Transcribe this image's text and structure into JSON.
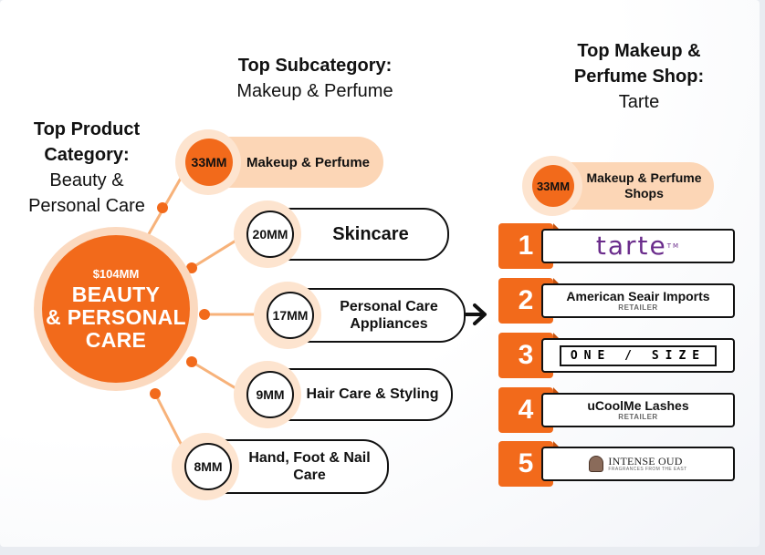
{
  "headers": {
    "category_title": "Top Product Category:",
    "category_value": "Beauty & Personal Care",
    "subcategory_title": "Top Subcategory:",
    "subcategory_value": "Makeup & Perfume",
    "shop_title": "Top Makeup & Perfume Shop:",
    "shop_value": "Tarte"
  },
  "main_category": {
    "amount": "$104MM",
    "label_line1": "BEAUTY",
    "label_line2": "& PERSONAL",
    "label_line3": "CARE"
  },
  "subcategories": [
    {
      "amount": "33MM",
      "label": "Makeup & Perfume"
    },
    {
      "amount": "20MM",
      "label": "Skincare"
    },
    {
      "amount": "17MM",
      "label": "Personal Care Appliances"
    },
    {
      "amount": "9MM",
      "label": "Hair Care & Styling"
    },
    {
      "amount": "8MM",
      "label": "Hand, Foot & Nail Care"
    }
  ],
  "shops_header": {
    "amount": "33MM",
    "label": "Makeup & Perfume Shops"
  },
  "shops": [
    {
      "rank": "1",
      "name": "tarte",
      "tag": ""
    },
    {
      "rank": "2",
      "name": "American Seair Imports",
      "tag": "RETAILER"
    },
    {
      "rank": "3",
      "name": "ONE/SIZE",
      "tag": ""
    },
    {
      "rank": "4",
      "name": "uCoolMe Lashes",
      "tag": "RETAILER"
    },
    {
      "rank": "5",
      "name": "INTENSE OUD",
      "tag": "FRAGRANCES FROM THE EAST"
    }
  ],
  "colors": {
    "accent": "#f26a1b",
    "accent_light": "#fcd6b6",
    "tarte_purple": "#6b2d8c"
  }
}
